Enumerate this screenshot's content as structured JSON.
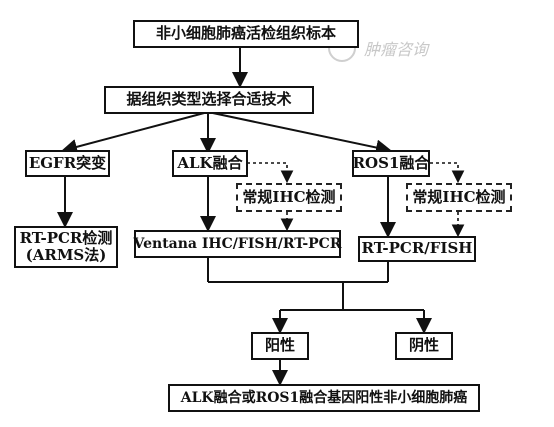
{
  "nodes": {
    "specimen": "非小细胞肺癌活检组织标本",
    "select_tech": "据组织类型选择合适技术",
    "egfr": "EGFR突变",
    "alk": "ALK融合",
    "ros1": "ROS1融合",
    "routine_ihc_alk": "常规IHC检测",
    "routine_ihc_ros1": "常规IHC检测",
    "rtpcr_arms_line1": "RT-PCR检测",
    "rtpcr_arms_line2": "(ARMS法)",
    "ventana": "Ventana IHC/FISH/RT-PCR",
    "rtpcr_fish": "RT-PCR/FISH",
    "positive": "阳性",
    "negative": "阴性",
    "result": "ALK融合或ROS1融合基因阳性非小细胞肺癌"
  },
  "watermark": {
    "text": "肿瘤咨询"
  }
}
